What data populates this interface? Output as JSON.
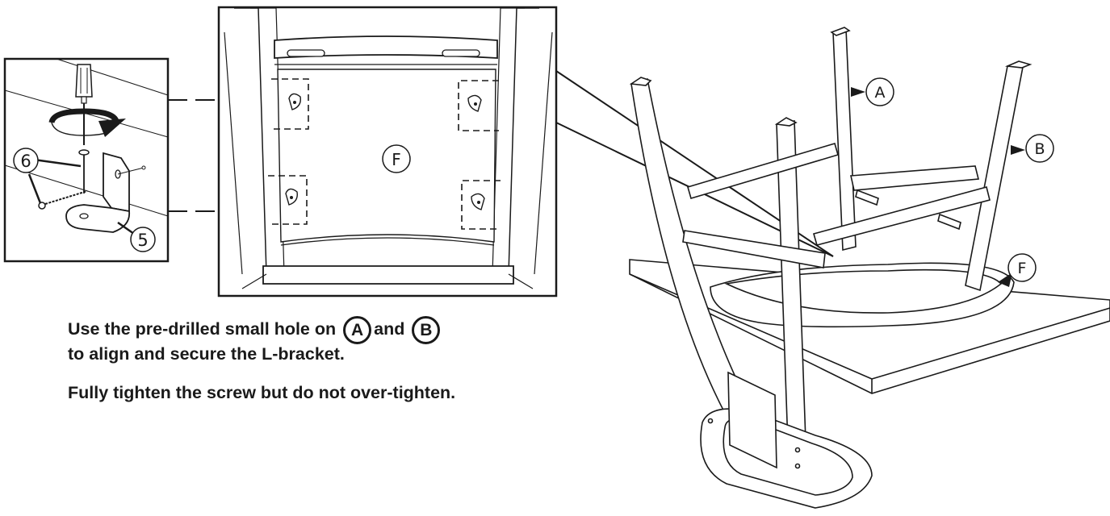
{
  "parts": {
    "a": "A",
    "b": "B",
    "f": "F",
    "bracket": "5",
    "screw": "6"
  },
  "instructions": {
    "line1_before": "Use the pre-drilled small hole on",
    "line1_part_a": "A",
    "line1_and": "and",
    "line1_part_b": "B",
    "line2": "to align and secure the L-bracket.",
    "line3": "Fully tighten the screw but do not over-tighten."
  }
}
